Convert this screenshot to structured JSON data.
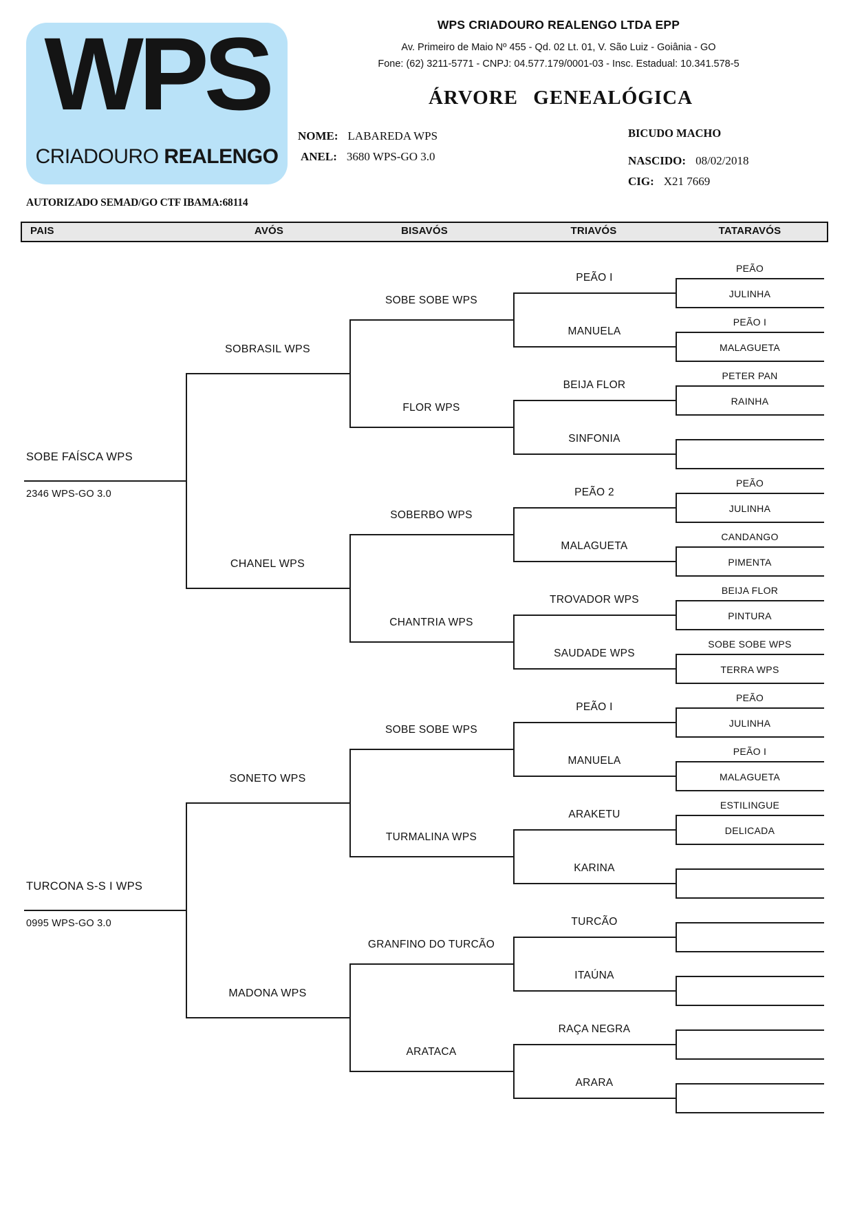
{
  "logo": {
    "text": "WPS",
    "subtitle_light": "CRIADOURO",
    "subtitle_bold": "REALENGO"
  },
  "header": {
    "company": "WPS CRIADOURO REALENGO LTDA EPP",
    "address": "Av. Primeiro de Maio Nº 455 - Qd. 02 Lt. 01, V. São Luiz - Goiânia - GO",
    "phone": "Fone: (62) 3211-5771 - CNPJ: 04.577.179/0001-03 - Insc. Estadual: 10.341.578-5"
  },
  "title": "ÁRVORE GENEALÓGICA",
  "subject": {
    "nome_label": "NOME:",
    "nome": "LABAREDA WPS",
    "anel_label": "ANEL:",
    "anel": "3680 WPS-GO 3.0",
    "species": "BICUDO MACHO",
    "nascido_label": "NASCIDO:",
    "nascido": "08/02/2018",
    "cig_label": "CIG:",
    "cig": "X21 7669"
  },
  "authorization": "AUTORIZADO SEMAD/GO CTF IBAMA:68114",
  "columns": [
    "PAIS",
    "AVÓS",
    "BISAVÓS",
    "TRIAVÓS",
    "TATARAVÓS"
  ],
  "colors": {
    "logo_bg": "#b9e2f8",
    "header_bar_bg": "#e8e8e8",
    "line": "#1a1a1a"
  },
  "tree": {
    "pais": [
      {
        "name": "SOBE FAÍSCA WPS",
        "ring": "2346 WPS-GO 3.0"
      },
      {
        "name": "TURCONA S-S I WPS",
        "ring": "0995 WPS-GO 3.0"
      }
    ],
    "avos": [
      "SOBRASIL WPS",
      "CHANEL WPS",
      "SONETO WPS",
      "MADONA WPS"
    ],
    "bisavos": [
      "SOBE SOBE WPS",
      "FLOR WPS",
      "SOBERBO WPS",
      "CHANTRIA WPS",
      "SOBE SOBE WPS",
      "TURMALINA WPS",
      "GRANFINO DO TURCÃO",
      "ARATACA"
    ],
    "triavos": [
      "PEÃO I",
      "MANUELA",
      "BEIJA FLOR",
      "SINFONIA",
      "PEÃO 2",
      "MALAGUETA",
      "TROVADOR WPS",
      "SAUDADE WPS",
      "PEÃO I",
      "MANUELA",
      "ARAKETU",
      "KARINA",
      "TURCÃO",
      "ITAÚNA",
      "RAÇA NEGRA",
      "ARARA"
    ],
    "tataravos": [
      "PEÃO",
      "JULINHA",
      "PEÃO I",
      "MALAGUETA",
      "PETER PAN",
      "RAINHA",
      "",
      "",
      "PEÃO",
      "JULINHA",
      "CANDANGO",
      "PIMENTA",
      "BEIJA FLOR",
      "PINTURA",
      "SOBE SOBE WPS",
      "TERRA WPS",
      "PEÃO",
      "JULINHA",
      "PEÃO I",
      "MALAGUETA",
      "ESTILINGUE",
      "DELICADA",
      "",
      "",
      "",
      "",
      "",
      "",
      "",
      "",
      "",
      ""
    ]
  }
}
